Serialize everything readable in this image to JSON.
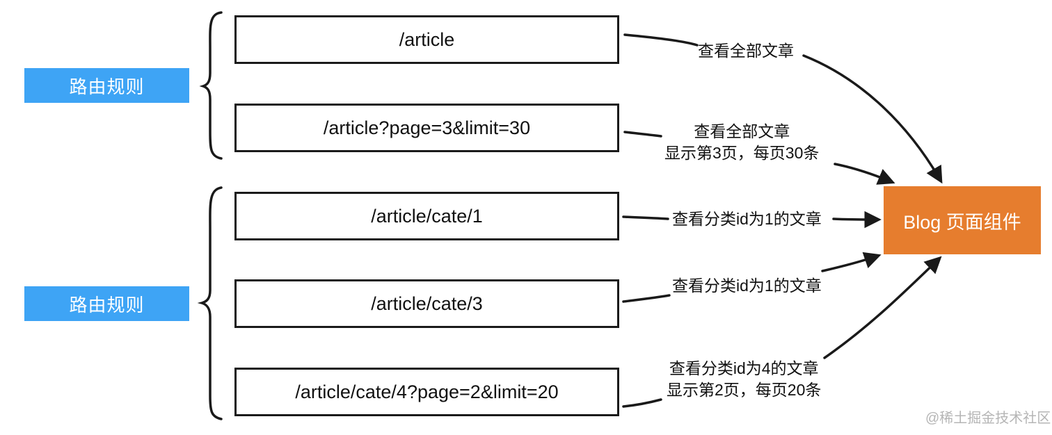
{
  "groups": [
    {
      "label": "路由规则"
    },
    {
      "label": "路由规则"
    }
  ],
  "routes": [
    {
      "path": "/article",
      "description": [
        "查看全部文章"
      ]
    },
    {
      "path": "/article?page=3&limit=30",
      "description": [
        "查看全部文章",
        "显示第3页，每页30条"
      ]
    },
    {
      "path": "/article/cate/1",
      "description": [
        "查看分类id为1的文章"
      ]
    },
    {
      "path": "/article/cate/3",
      "description": [
        "查看分类id为1的文章"
      ]
    },
    {
      "path": "/article/cate/4?page=2&limit=20",
      "description": [
        "查看分类id为4的文章",
        "显示第2页，每页20条"
      ]
    }
  ],
  "target": {
    "label": "Blog 页面组件"
  },
  "watermark": "@稀土掘金技术社区",
  "colors": {
    "group_label_bg": "#3ea4f5",
    "target_bg": "#e67d2e",
    "stroke": "#1a1a1a"
  }
}
